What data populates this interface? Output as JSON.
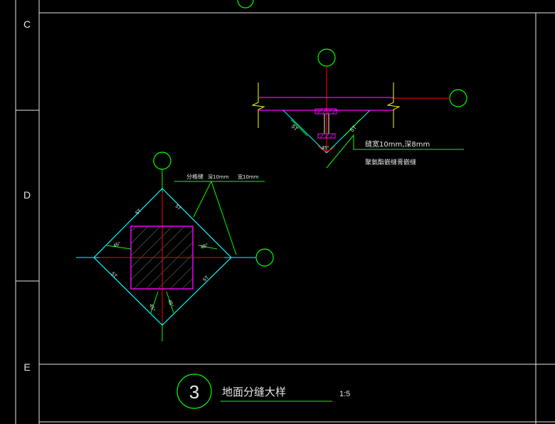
{
  "row_labels": [
    "C",
    "D",
    "E"
  ],
  "detail_number": "3",
  "detail_title": "地面分缝大样",
  "scale": "1:5",
  "top_detail": {
    "note_line1": "缝宽10mm,深8mm",
    "note_line2": "聚氨酯嵌缝膏嵌缝",
    "dim_left": "5T",
    "dim_right": "5T",
    "angle": "45°"
  },
  "left_detail": {
    "note_prefix": "分格缝",
    "note_mid": "深10mm",
    "note_suffix": "宽10mm",
    "angle": "45°",
    "dim": "5T"
  },
  "colors": {
    "background": "#000000",
    "frame": "#e6e6e6",
    "axis": "#00ff00",
    "leader": "#00ff00",
    "centerline": "#ff0000",
    "column": "#ff00ff",
    "cut": "#ffff00",
    "dimension": "#00ffff"
  }
}
